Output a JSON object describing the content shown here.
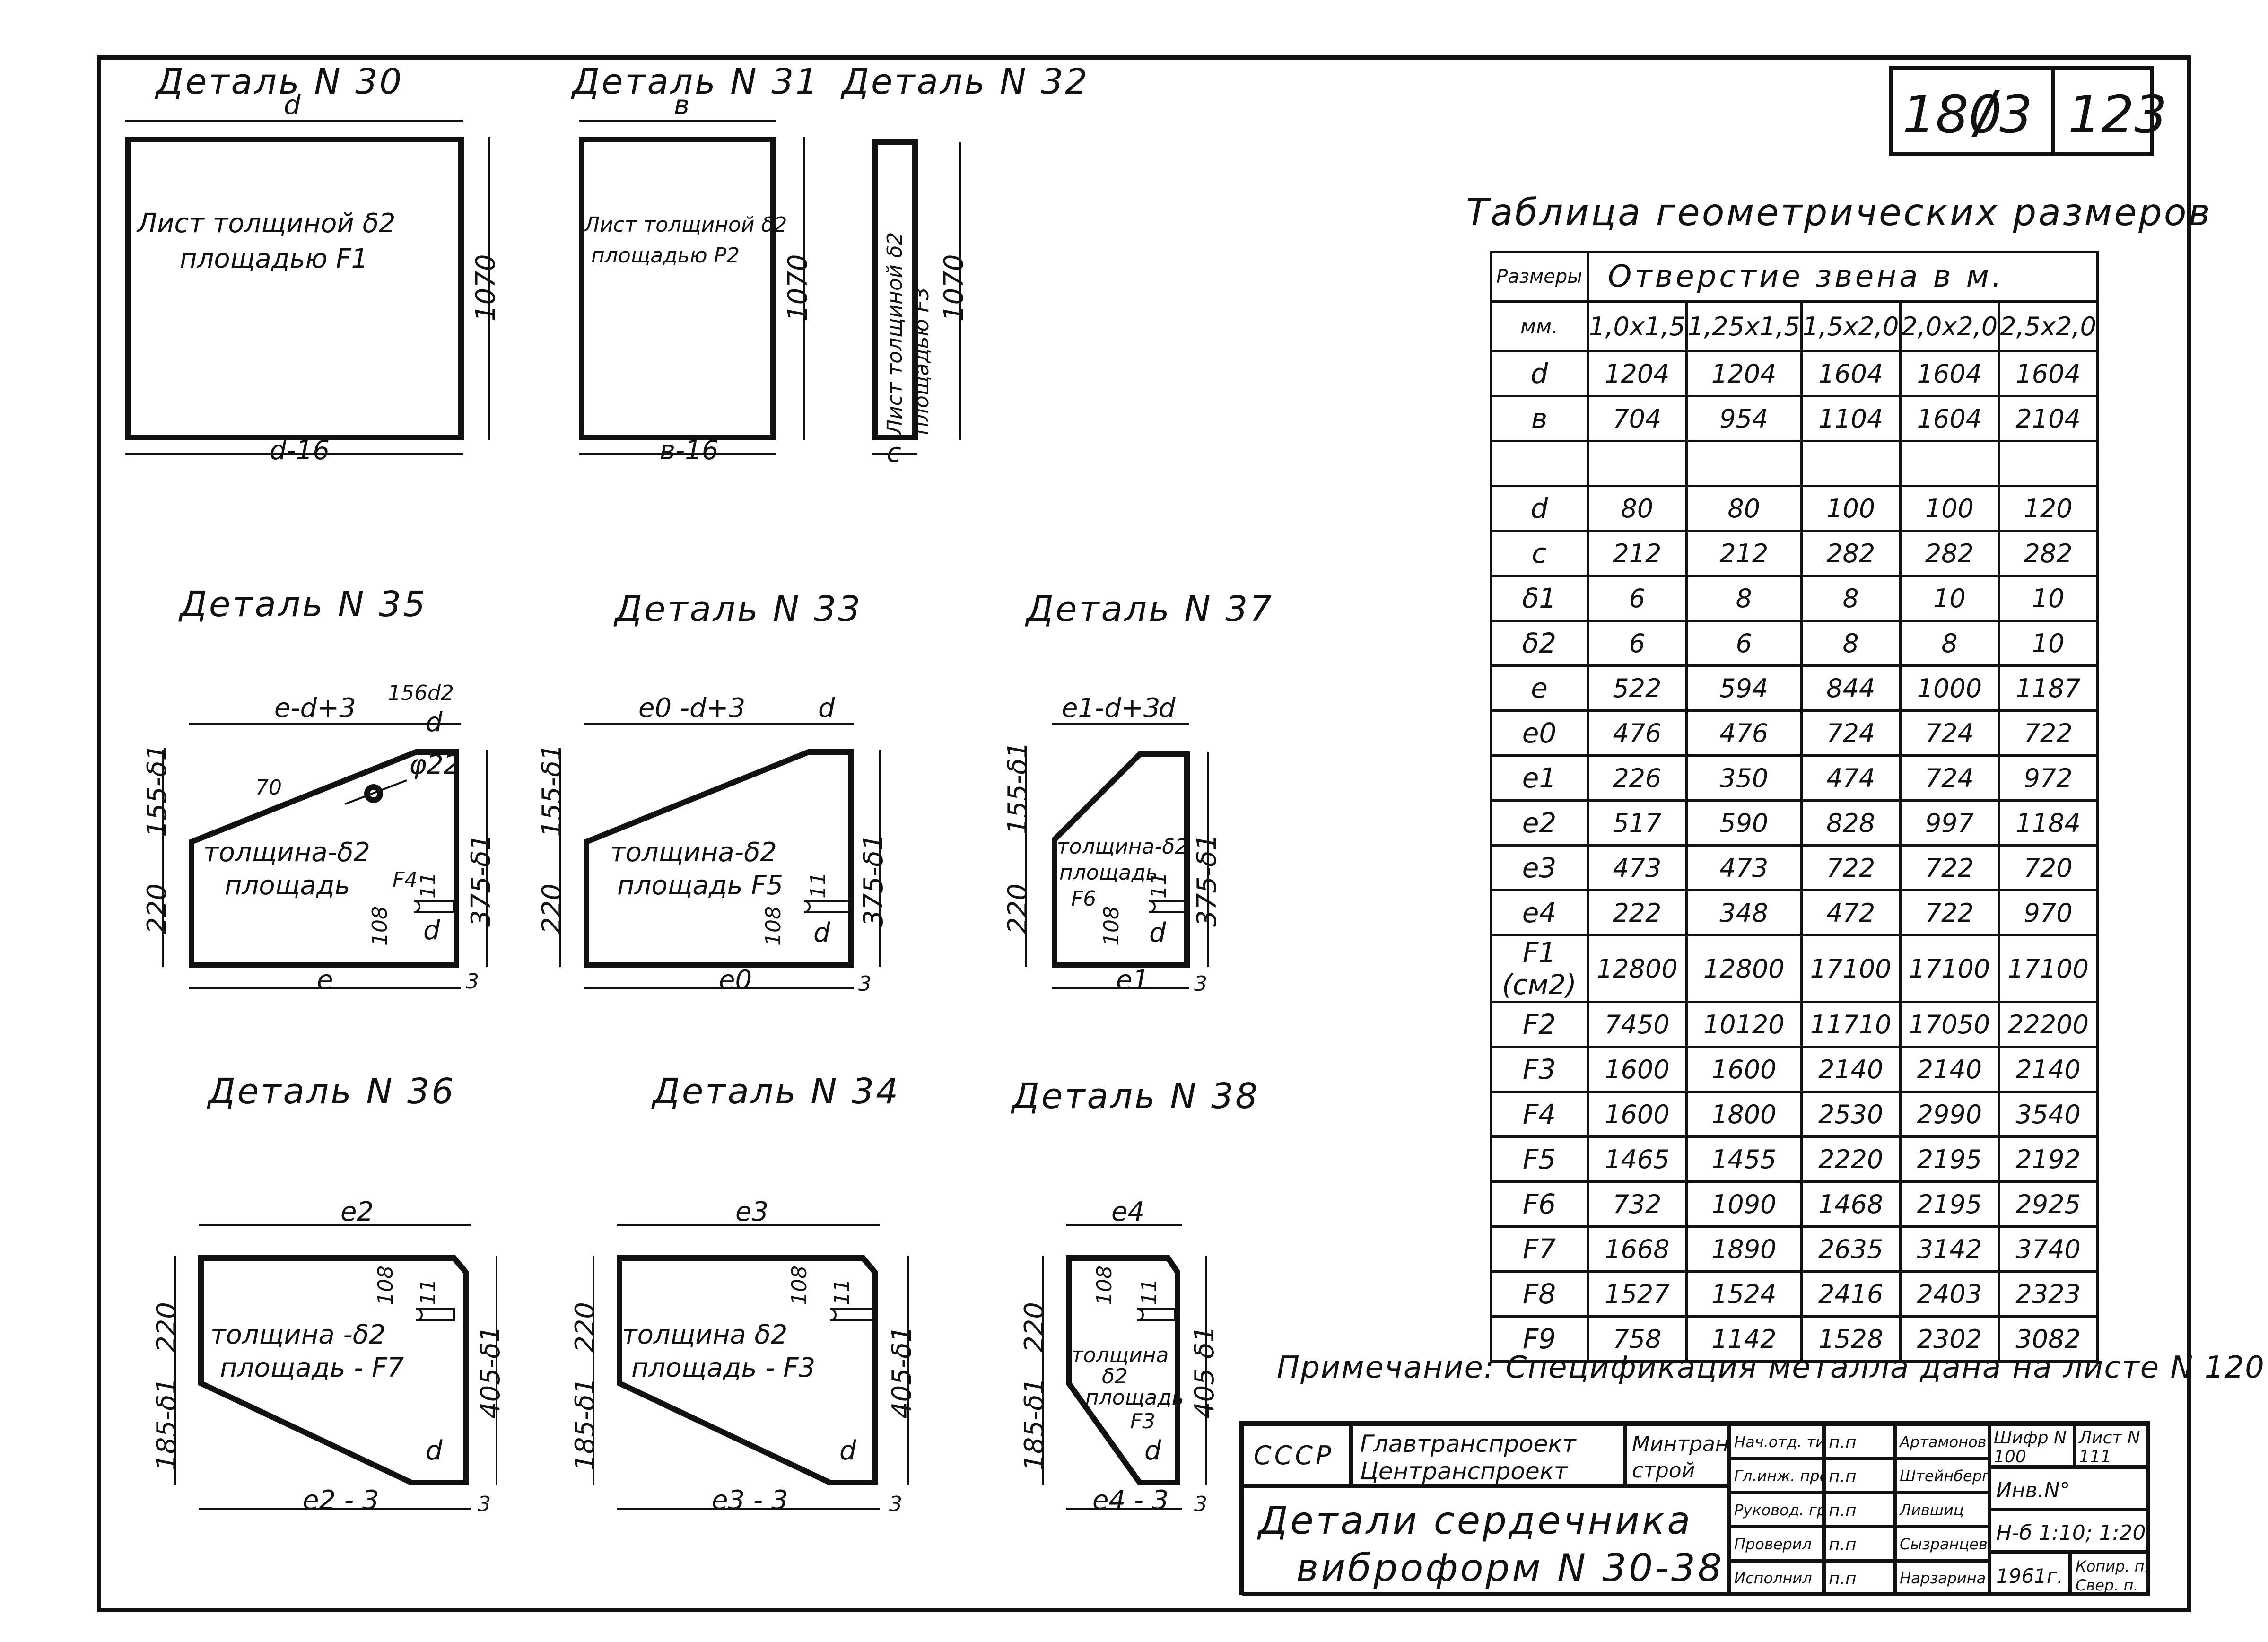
{
  "sheet_code": {
    "series": "180",
    "part": "3",
    "sheet": "123"
  },
  "details": {
    "d30": {
      "title": "Деталь N 30",
      "text1": "Лист толщиной δ2",
      "text2": "площадью F1",
      "top": "d",
      "bottom": "d-16",
      "height": "1070"
    },
    "d31": {
      "title": "Деталь N 31",
      "text1": "Лист толщиной δ2",
      "text2": "площадью P2",
      "top": "в",
      "bottom": "в-16",
      "height": "1070"
    },
    "d32": {
      "title": "Деталь N 32",
      "text": "Лист толщиной δ2 площадью F3",
      "bottom": "c",
      "height": "1070"
    },
    "d35": {
      "title": "Деталь N 35",
      "top1": "e-d+3",
      "top2": "156d2",
      "top3": "d",
      "left1": "155-δ1",
      "left2": "220",
      "right": "375-δ1",
      "bottom": "e",
      "bottom2": "3",
      "text1": "толщина-δ2",
      "text2": "площадь",
      "f": "F4",
      "hole": "φ22",
      "angle": "70",
      "n108": "108",
      "n11": "11",
      "dd": "d"
    },
    "d33": {
      "title": "Деталь N 33",
      "top1": "e0 -d+3",
      "top2": "d",
      "left1": "155-δ1",
      "left2": "220",
      "right": "375-δ1",
      "bottom": "e0",
      "bottom2": "3",
      "text1": "толщина-δ2",
      "text2": "площадь F5",
      "n108": "108",
      "n11": "11",
      "dd": "d"
    },
    "d37": {
      "title": "Деталь N 37",
      "top1": "e1-d+3",
      "top2": "d",
      "left1": "155-δ1",
      "left2": "220",
      "right": "375-δ1",
      "bottom": "e1",
      "bottom2": "3",
      "text1": "толщина-δ2",
      "text2": "площадь",
      "f": "F6",
      "n108": "108",
      "n11": "11",
      "dd": "d"
    },
    "d36": {
      "title": "Деталь N 36",
      "top": "e2",
      "left1": "220",
      "left2": "185-δ1",
      "right": "405-δ1",
      "bottom": "e2 - 3",
      "bottom2": "3",
      "text1": "толщина -δ2",
      "text2": "площадь - F7",
      "n108": "108",
      "n11": "11",
      "dd": "d"
    },
    "d34": {
      "title": "Деталь N 34",
      "top": "e3",
      "left1": "220",
      "left2": "185-δ1",
      "right": "405-δ1",
      "bottom": "e3 - 3",
      "bottom2": "3",
      "text1": "толщина δ2",
      "text2": "площадь - F3",
      "n108": "108",
      "n11": "11",
      "dd": "d"
    },
    "d38": {
      "title": "Деталь N 38",
      "top": "e4",
      "left1": "220",
      "left2": "185-δ1",
      "right": "405-δ1",
      "bottom": "e4 - 3",
      "bottom2": "3",
      "text1": "толщина",
      "text2": "δ2",
      "text3": "площадь",
      "text4": "F3",
      "n108": "108",
      "n11": "11",
      "dd": "d"
    }
  },
  "table": {
    "title": "Таблица геометрических размеров",
    "header_rows": "Размеры",
    "header_units": "мм.",
    "header_group": "Отверстие звена в м.",
    "columns": [
      "1,0x1,5",
      "1,25x1,5",
      "1,5x2,0",
      "2,0x2,0",
      "2,5x2,0"
    ],
    "rows": [
      {
        "label": "d",
        "values": [
          "1204",
          "1204",
          "1604",
          "1604",
          "1604"
        ]
      },
      {
        "label": "в",
        "values": [
          "704",
          "954",
          "1104",
          "1604",
          "2104"
        ]
      },
      {
        "label": "",
        "values": [
          "",
          "",
          "",
          "",
          ""
        ]
      },
      {
        "label": "d",
        "values": [
          "80",
          "80",
          "100",
          "100",
          "120"
        ]
      },
      {
        "label": "c",
        "values": [
          "212",
          "212",
          "282",
          "282",
          "282"
        ]
      },
      {
        "label": "δ1",
        "values": [
          "6",
          "8",
          "8",
          "10",
          "10"
        ]
      },
      {
        "label": "δ2",
        "values": [
          "6",
          "6",
          "8",
          "8",
          "10"
        ]
      },
      {
        "label": "e",
        "values": [
          "522",
          "594",
          "844",
          "1000",
          "1187"
        ]
      },
      {
        "label": "e0",
        "values": [
          "476",
          "476",
          "724",
          "724",
          "722"
        ]
      },
      {
        "label": "e1",
        "values": [
          "226",
          "350",
          "474",
          "724",
          "972"
        ]
      },
      {
        "label": "e2",
        "values": [
          "517",
          "590",
          "828",
          "997",
          "1184"
        ]
      },
      {
        "label": "e3",
        "values": [
          "473",
          "473",
          "722",
          "722",
          "720"
        ]
      },
      {
        "label": "e4",
        "values": [
          "222",
          "348",
          "472",
          "722",
          "970"
        ]
      },
      {
        "label": "F1 (см2)",
        "values": [
          "12800",
          "12800",
          "17100",
          "17100",
          "17100"
        ]
      },
      {
        "label": "F2",
        "values": [
          "7450",
          "10120",
          "11710",
          "17050",
          "22200"
        ]
      },
      {
        "label": "F3",
        "values": [
          "1600",
          "1600",
          "2140",
          "2140",
          "2140"
        ]
      },
      {
        "label": "F4",
        "values": [
          "1600",
          "1800",
          "2530",
          "2990",
          "3540"
        ]
      },
      {
        "label": "F5",
        "values": [
          "1465",
          "1455",
          "2220",
          "2195",
          "2192"
        ]
      },
      {
        "label": "F6",
        "values": [
          "732",
          "1090",
          "1468",
          "2195",
          "2925"
        ]
      },
      {
        "label": "F7",
        "values": [
          "1668",
          "1890",
          "2635",
          "3142",
          "3740"
        ]
      },
      {
        "label": "F8",
        "values": [
          "1527",
          "1524",
          "2416",
          "2403",
          "2323"
        ]
      },
      {
        "label": "F9",
        "values": [
          "758",
          "1142",
          "1528",
          "2302",
          "3082"
        ]
      }
    ]
  },
  "note": "Примечание: Спецификация металла дана на листе N 120",
  "title_block": {
    "org1": "СССР",
    "org2": "Главтранспроект",
    "org3": "Центранспроект",
    "org4": "Минтранс-строй",
    "title1": "Детали сердечника",
    "title2": "виброформ N 30-38",
    "roles": [
      "Нач.отд. тип.пр.",
      "Гл.инж. проекта",
      "Руковод. группы",
      "Проверил",
      "Исполнил"
    ],
    "signs": [
      "п.п",
      "п.п",
      "п.п",
      "п.п",
      "п.п"
    ],
    "names": [
      "Артамонов",
      "Штейнберг",
      "Лившиц",
      "Сызранцев",
      "Нарзарина"
    ],
    "shifr_label": "Шифр N 100",
    "list_label": "Лист N 111",
    "inv": "Инв.N°",
    "scale": "Н-б 1:10; 1:20",
    "year": "1961г.",
    "copy": "Копир. п.",
    "check": "Свер. п."
  }
}
